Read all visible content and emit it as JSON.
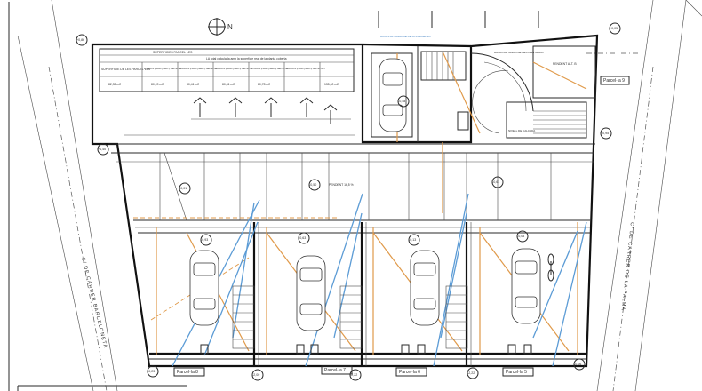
{
  "north": {
    "label": "N"
  },
  "levels": {
    "top_left": "+0,86",
    "top_right": "+0,05",
    "right_mid": "+0,95",
    "left_mid": "+1,40",
    "bot_left": "-0,23",
    "bot_center_a": "-2,00",
    "bot_center_b": "-2,22",
    "bot_right": "-0,06",
    "room_upper": "-0,48",
    "room_mid_a": "-0,01",
    "room_mid_b": "-0,50",
    "room_mid_c": "-0,61",
    "bay1": "-0,93",
    "bay2": "-0,63",
    "bay3": "-0,13",
    "bay4": "-0,03"
  },
  "table": {
    "title": "SUPERFICIES PARCEL·LES",
    "note": "LA total calculada amb la superficie real de la planta coberta",
    "header": [
      "SUPERFICIE DE LES PARCEL·LES",
      "1ª Parcel·la (Planta Quadra 1) PARCEL·LA 5",
      "2ª Parcel·la (Planta Quadra 2) PARCEL·LA 6",
      "3ª Parcel·la (Planta Quadra 3) PARCEL·LA 7",
      "4ª Parcel·la (Planta Quadra 4) PARCEL·LA 8",
      "5ª Parcel·la (Planta Quadra 5) PARCEL·LA 9"
    ],
    "values": [
      "82,35 m2",
      "80,09 m2",
      "80,41 m2",
      "80,41 m2",
      "80,78 m2",
      "135,00 m2"
    ]
  },
  "parcels": {
    "p5": "Parcel·la 5",
    "p6": "Parcel·la 6",
    "p7": "Parcel·la 7",
    "p8": "Parcel·la 8",
    "p9": "Parcel·la 9"
  },
  "streets": {
    "left": "C/ DE CARRER BARCELONETA",
    "right": "C/ DE CARRER DE LA PALMA"
  },
  "notes": {
    "pendent_top": "PENDENT 16,5 %",
    "pendent_right": "PENDENT ALT. B",
    "access": "ACCÉS AL GARATGE DE LA PARCEL·LA",
    "rampa": "RAMPA DE GARATGE DES D'ENTRADA",
    "serv": "NIVELL DE CALÇADA"
  },
  "colors": {
    "orange": "#e09a4a",
    "blue": "#5b9bd5",
    "ink": "#2a2a2a"
  }
}
